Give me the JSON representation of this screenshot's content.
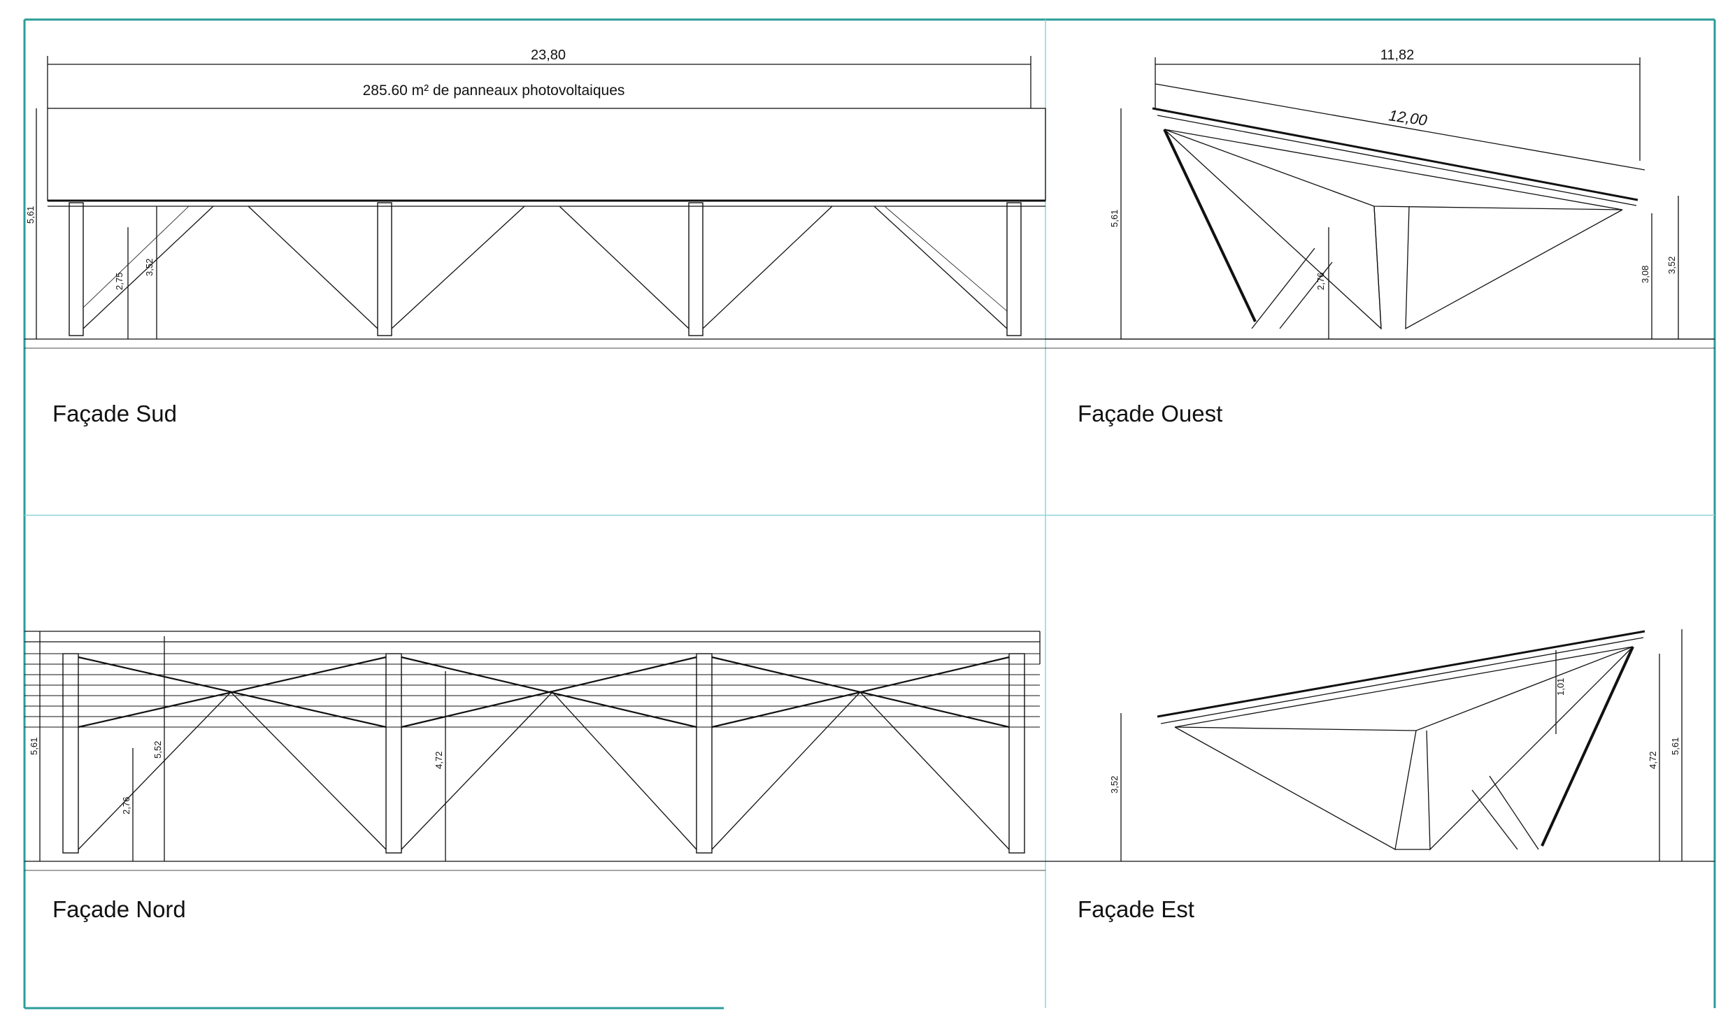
{
  "panels": {
    "sud": {
      "title": "Façade Sud",
      "dim_width": "23,80",
      "note": "285.60 m² de panneaux photovoltaiques",
      "dims_v": [
        "5,61",
        "3,52",
        "2,75"
      ]
    },
    "ouest": {
      "title": "Façade Ouest",
      "dim_width": "11,82",
      "dim_slope": "12,00",
      "dims_v": [
        "5,61",
        "2,76",
        "3,08",
        "3,52"
      ]
    },
    "nord": {
      "title": "Façade Nord",
      "dims_v": [
        "5,61",
        "5,52",
        "2,76",
        "4,72"
      ]
    },
    "est": {
      "title": "Façade Est",
      "dims_v": [
        "3,52",
        "1,01",
        "4,72",
        "5,61"
      ]
    }
  },
  "colors": {
    "frame": "#2a9d9a",
    "grid": "#8fd3dc",
    "line": "#111111"
  }
}
